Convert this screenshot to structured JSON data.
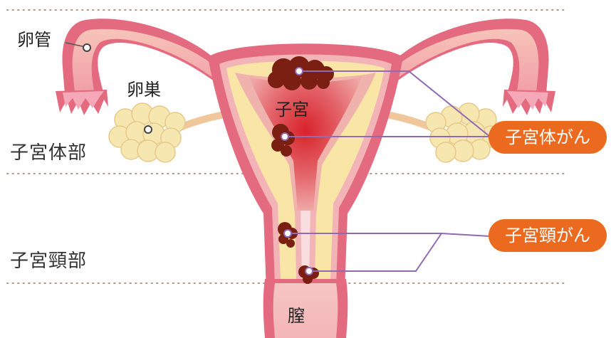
{
  "labels": {
    "fallopian_tube": "卵管",
    "ovary": "卵巣",
    "uterus": "子宮",
    "uterine_body_region": "子宮体部",
    "cervix_region": "子宮頸部",
    "vagina": "膣"
  },
  "callouts": {
    "endometrial_cancer": "子宮体がん",
    "cervical_cancer": "子宮頸がん"
  },
  "colors": {
    "uterus_wall": "#e46a7f",
    "uterus_inner_wall": "#f3b4b7",
    "uterus_fill": "#f9e5a6",
    "cavity": "#c73a3e",
    "tumor": "#7a1f12",
    "ovary": "#f6e6b0",
    "pointer_line": "#8e6bb3",
    "pill": "#ec6a1f",
    "divider": "#b39a86"
  }
}
